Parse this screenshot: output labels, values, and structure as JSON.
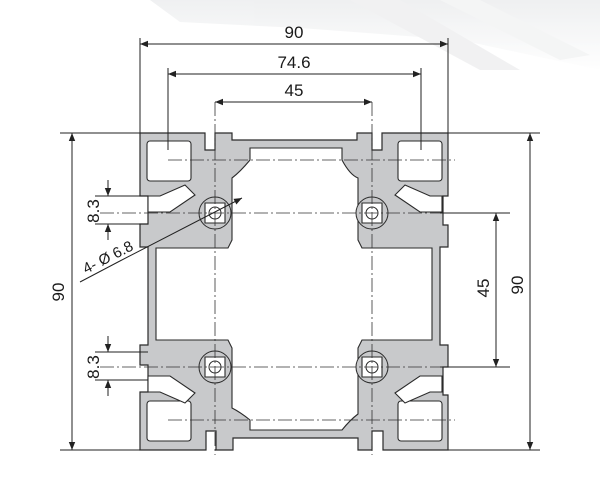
{
  "dimensions": {
    "top_width": "90",
    "top_slot_pitch": "74.6",
    "top_center_pitch": "45",
    "left_height": "90",
    "right_height": "90",
    "right_center_pitch": "45",
    "left_offset_upper": "8.3",
    "left_offset_lower": "8.3",
    "hole_callout": "4- Ø 6.8"
  },
  "colors": {
    "profile_fill": "#c8c9cb",
    "outline": "#2a2a2a",
    "background": "#ffffff"
  }
}
